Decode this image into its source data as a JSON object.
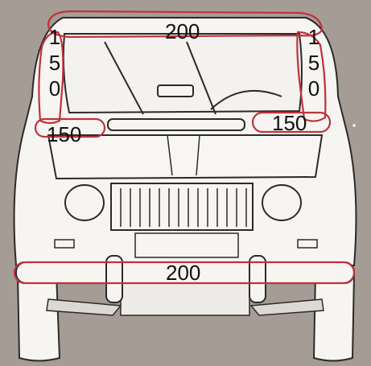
{
  "colors": {
    "background": "#a59c95",
    "car_fill": "#f6f5f2",
    "line": "#2c2a28",
    "highlight": "#c0323a"
  },
  "labels": {
    "roof": "200",
    "left_pillar": [
      "1",
      "5",
      "0"
    ],
    "right_pillar": [
      "1",
      "5",
      "0"
    ],
    "left_under_windshield": "150",
    "right_under_windshield": "150",
    "bumper": "200"
  }
}
